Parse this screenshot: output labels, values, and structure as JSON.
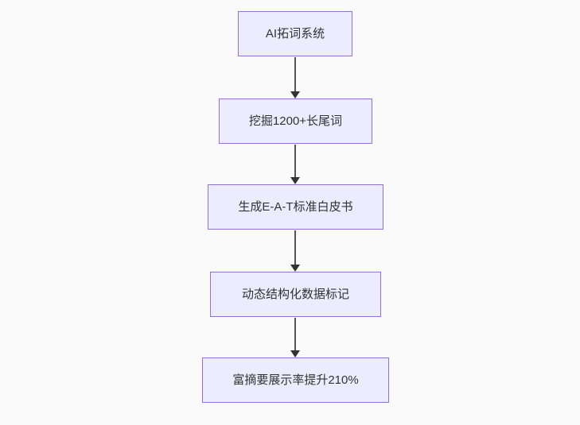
{
  "flowchart": {
    "type": "vertical-flowchart",
    "nodes": [
      {
        "id": "node-1",
        "label": "AI拓词系统"
      },
      {
        "id": "node-2",
        "label": "挖掘1200+长尾词"
      },
      {
        "id": "node-3",
        "label": "生成E-A-T标准白皮书"
      },
      {
        "id": "node-4",
        "label": "动态结构化数据标记"
      },
      {
        "id": "node-5",
        "label": "富摘要展示率提升210%"
      }
    ],
    "edges": [
      {
        "from": "node-1",
        "to": "node-2"
      },
      {
        "from": "node-2",
        "to": "node-3"
      },
      {
        "from": "node-3",
        "to": "node-4"
      },
      {
        "from": "node-4",
        "to": "node-5"
      }
    ],
    "colors": {
      "node_fill": "#ECECFF",
      "node_border": "#9370DB",
      "node_text": "#333333",
      "arrow_line": "#545454",
      "arrow_head": "#333333",
      "background": "#fafafa"
    }
  }
}
